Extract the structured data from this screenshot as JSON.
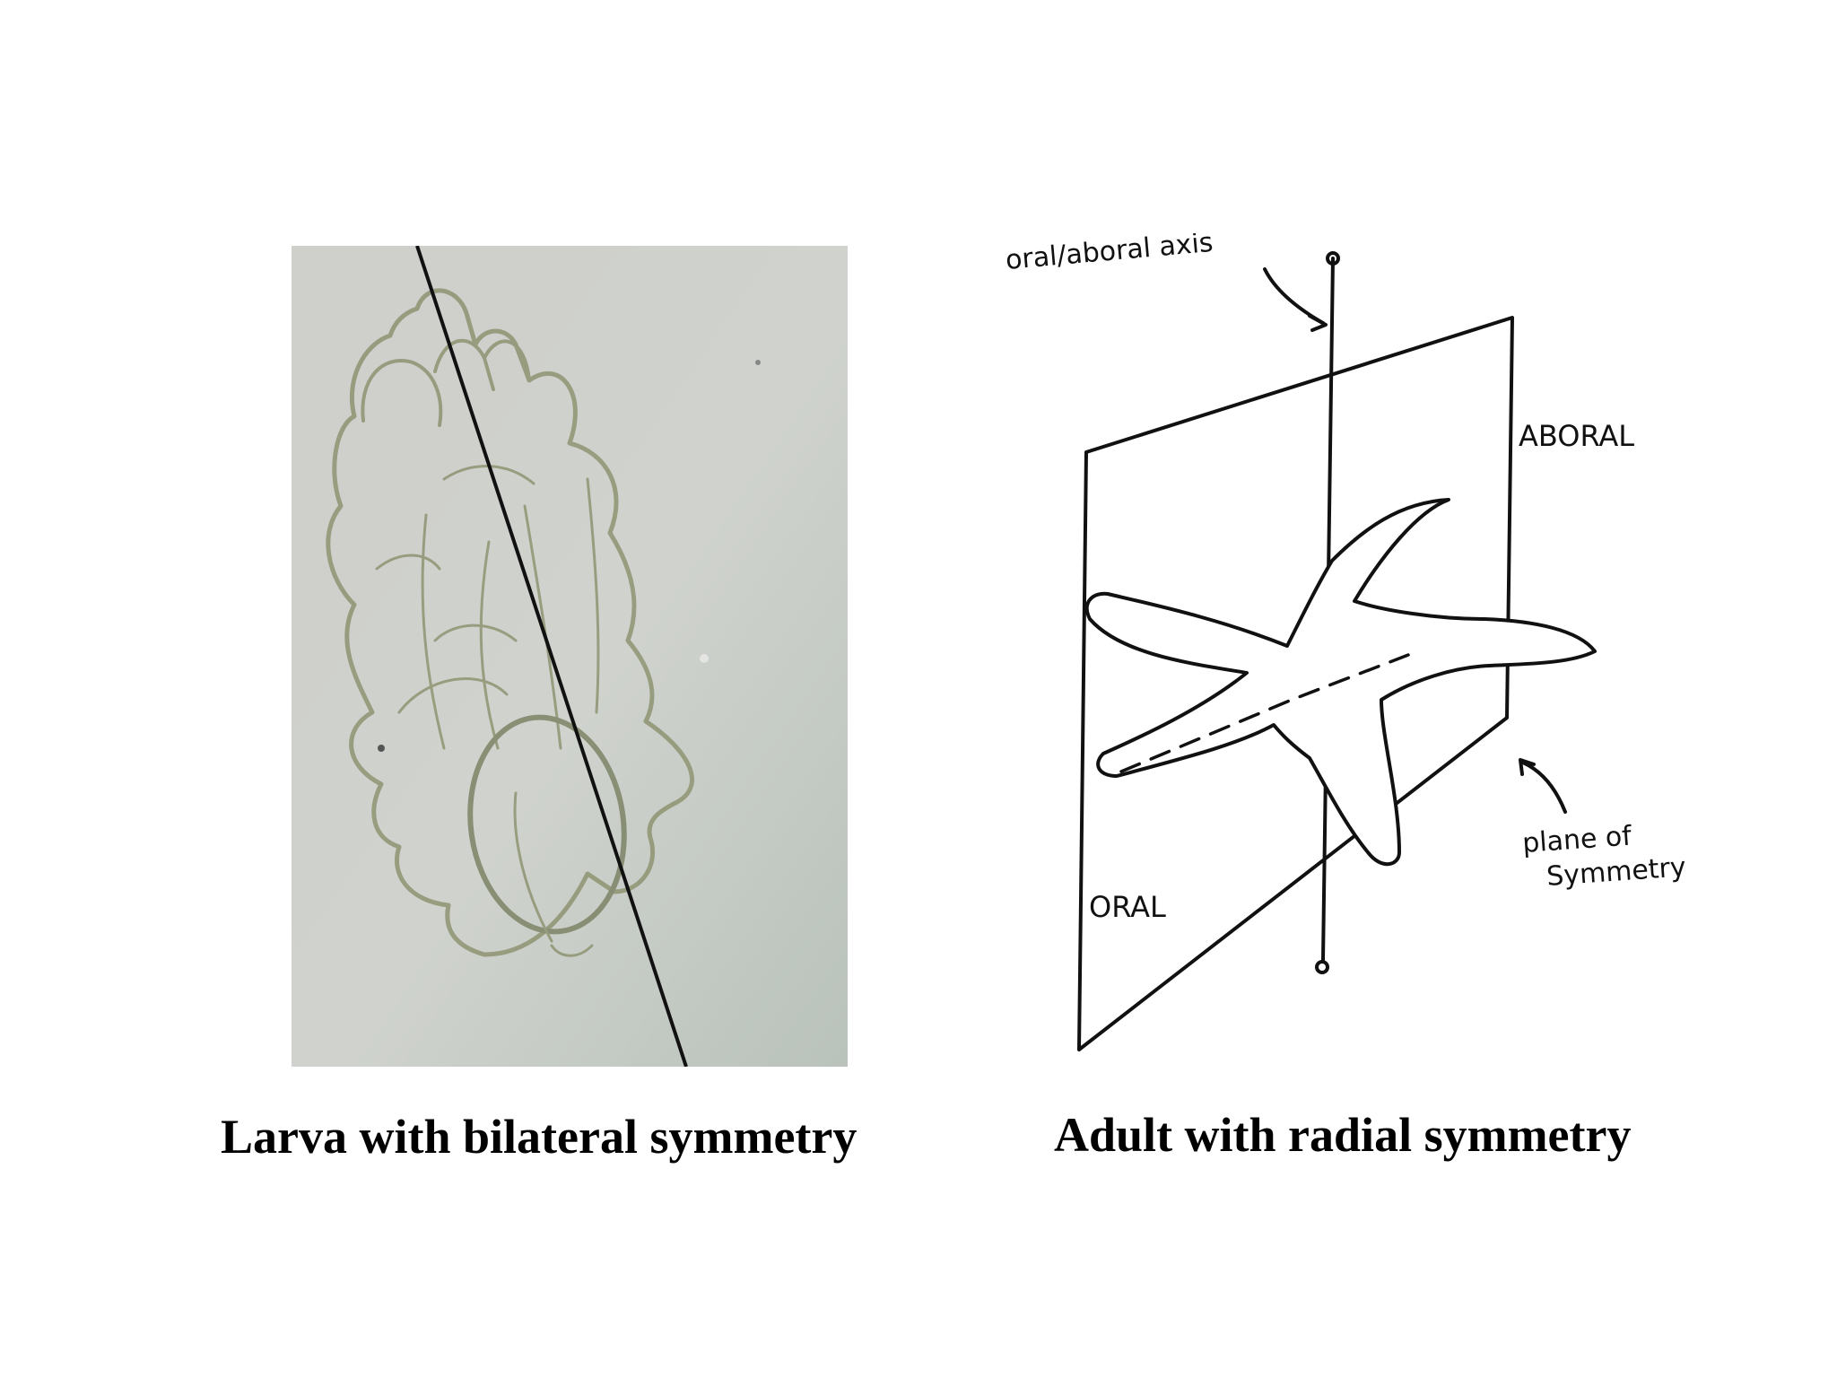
{
  "left_panel": {
    "caption": "Larva with bilateral symmetry",
    "background_color": "#c9ccc6",
    "outline_color": "#8d9275"
  },
  "right_panel": {
    "caption": "Adult with radial symmetry",
    "labels": {
      "axis": "oral/aboral axis",
      "aboral": "ABORAL",
      "oral": "ORAL",
      "plane_line1": "plane of",
      "plane_line2": "Symmetry"
    }
  }
}
